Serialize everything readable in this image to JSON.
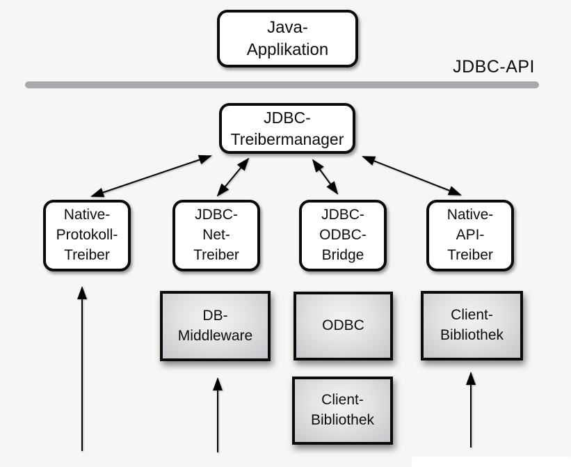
{
  "diagram": {
    "api_label": "JDBC-API",
    "nodes": {
      "java_app": "Java-\nApplikation",
      "treibermanager": "JDBC-\nTreibermanager",
      "native_protokoll": "Native-\nProtokoll-\nTreiber",
      "jdbc_net": "JDBC-\nNet-\nTreiber",
      "jdbc_odbc": "JDBC-\nODBC-\nBridge",
      "native_api": "Native-\nAPI-\nTreiber",
      "db_middleware": "DB-\nMiddleware",
      "odbc": "ODBC",
      "client_bibliothek_right": "Client-\nBibliothek",
      "client_bibliothek_center": "Client-\nBibliothek"
    },
    "colors": {
      "background": "#f6f6f7",
      "box_fill_white": "#ffffff",
      "box_border": "#0b0b0b",
      "divider_gray": "#a9a9ad",
      "gray_box_light": "#f4f4f4",
      "gray_box_dark": "#c6c6ca",
      "arrow": "#000000"
    }
  }
}
